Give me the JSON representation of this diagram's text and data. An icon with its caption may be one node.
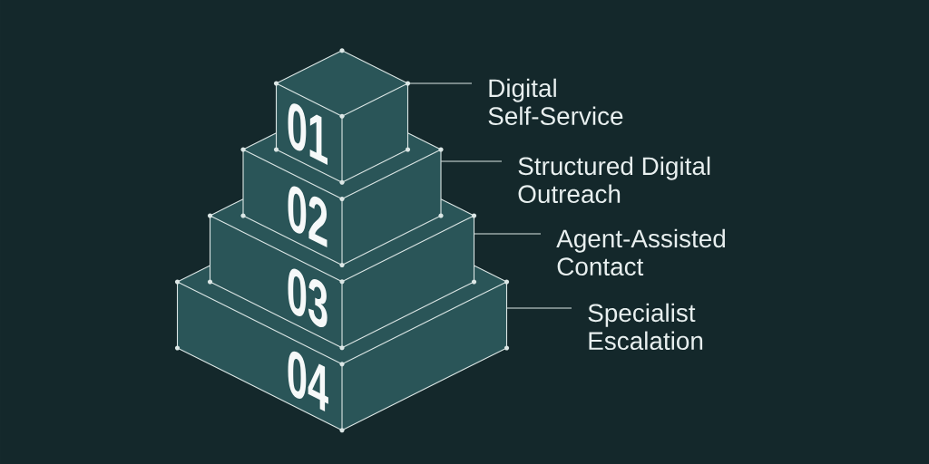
{
  "diagram": {
    "nodes": [
      {
        "text": [
          "01"
        ]
      },
      {
        "text": [
          "Digital Self-Service"
        ]
      },
      {
        "text": [
          "02"
        ]
      },
      {
        "text": [
          "Structured Digital Outreach"
        ]
      },
      {
        "text": [
          "03"
        ]
      },
      {
        "text": [
          "Agent-Assisted Contact"
        ]
      },
      {
        "text": [
          "04"
        ]
      },
      {
        "text": [
          "Specialist Escalation"
        ]
      }
    ],
    "edges": [
      {
        "from": 1,
        "to": 0,
        "arrow": "none"
      },
      {
        "from": 3,
        "to": 2,
        "arrow": "none"
      },
      {
        "from": 5,
        "to": 4,
        "arrow": "none"
      },
      {
        "from": 7,
        "to": 6,
        "arrow": "none"
      }
    ]
  }
}
